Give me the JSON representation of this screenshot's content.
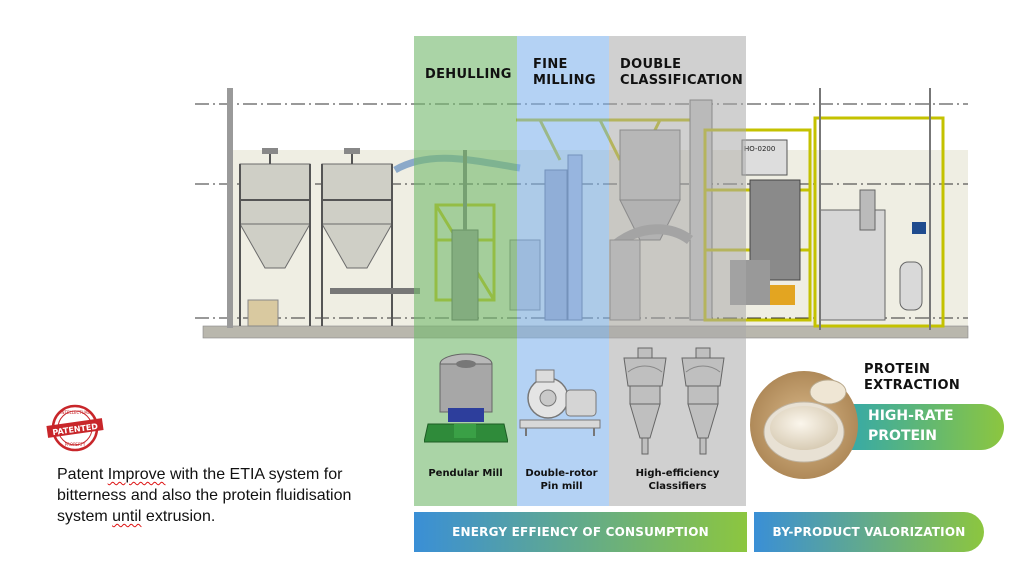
{
  "stages": {
    "dehulling": {
      "title": "DEHULLING",
      "caption": "Pendular Mill"
    },
    "fine_milling": {
      "title": "FINE\nMILLING",
      "caption": "Double-rotor\nPin mill"
    },
    "double_classification": {
      "title": "DOUBLE\nCLASSIFICATION",
      "caption": "High-efficiency\nClassifiers"
    },
    "protein_extraction": {
      "title": "PROTEIN\nEXTRACTION",
      "badge": "HIGH-RATE\nPROTEIN"
    }
  },
  "plant_labels": {
    "tank_label": "HO-0200"
  },
  "banners": {
    "energy": "ENERGY EFFIENCY OF CONSUMPTION",
    "byproduct": "BY-PRODUCT VALORIZATION"
  },
  "patent": {
    "seal_top": "INTELLECTUAL",
    "seal_main": "PATENTED",
    "seal_bottom": "PROPERTY",
    "text_parts": [
      "Patent ",
      "Improve",
      " with the ",
      "ETIA",
      " system for bitterness and also the protein fluidisation system ",
      "until",
      " extrusion."
    ]
  },
  "colors": {
    "dehulling_band": "#8fc48c",
    "milling_band": "#9cc6ee",
    "classification_band": "#c8c8c8",
    "banner_gradient_start": "#3a8fd6",
    "banner_gradient_end": "#8cc63f",
    "seal_red": "#c8262a"
  },
  "icons": [
    "plant-cross-section-illustration",
    "pendular-mill-image",
    "pin-mill-image",
    "classifier-image",
    "protein-powder-bowl-image",
    "patented-seal-icon"
  ]
}
